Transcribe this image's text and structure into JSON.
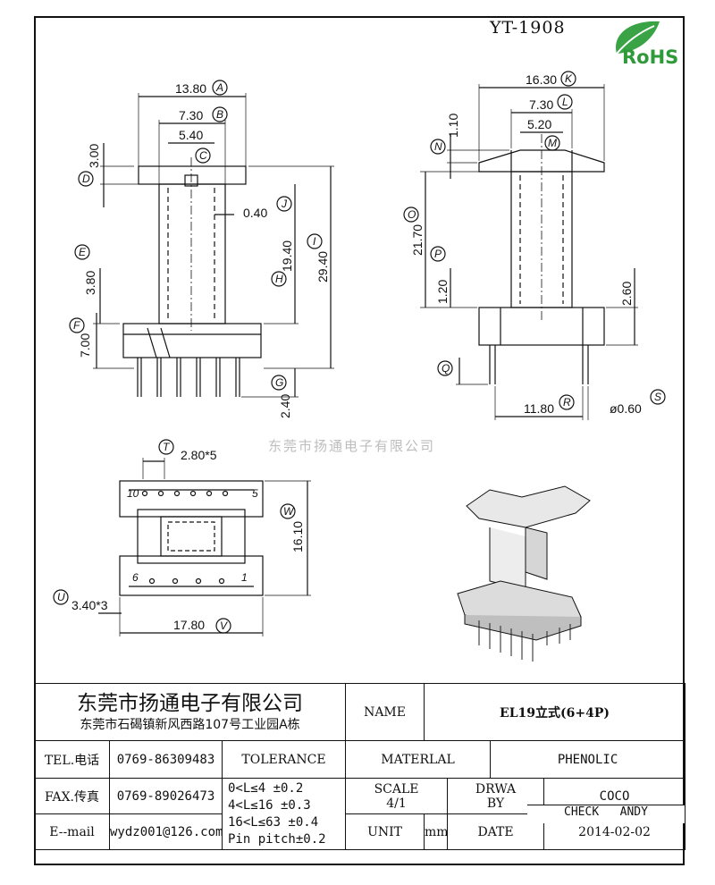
{
  "header": {
    "part_number": "YT-1908",
    "rohs_label": "RoHS",
    "watermark": "东莞市扬通电子有限公司"
  },
  "dimensions": {
    "front_view": {
      "A": "13.80",
      "B": "7.30",
      "C": "5.40",
      "D": "3.00",
      "J": "0.40",
      "E": "3.80",
      "H": "19.40",
      "I": "29.40",
      "F": "7.00",
      "G": "2.40"
    },
    "side_view": {
      "K": "16.30",
      "L": "7.30",
      "M": "5.20",
      "N": "1.10",
      "O": "21.70",
      "P": "1.20",
      "side_260": "2.60",
      "R": "11.80",
      "S": "ø0.60"
    },
    "top_view": {
      "T": "2.80*5",
      "U": "3.40*3",
      "V": "17.80",
      "W": "16.10",
      "pin_10": "10",
      "pin_5": "5",
      "pin_6": "6",
      "pin_1": "1"
    }
  },
  "title_block": {
    "company": "东莞市扬通电子有限公司",
    "address": "东莞市石碣镇新风西路107号工业园A栋",
    "name_label": "NAME",
    "name_value": "EL19立式(6+4P)",
    "tel_label": "TEL.电话",
    "tel_value": "0769-86309483",
    "fax_label": "FAX.传真",
    "fax_value": "0769-89026473",
    "email_label": "E--mail",
    "email_value": "wydz001@126.com",
    "tolerance_label": "TOLERANCE",
    "tol_1": "0<L≤4  ±0.2",
    "tol_2": "4<L≤16 ±0.3",
    "tol_3": "16<L≤63 ±0.4",
    "tol_4": "Pin pitch±0.2",
    "material_label": "MATERLAL",
    "material_value": "PHENOLIC",
    "scale_label": "SCALE",
    "scale_value": "4/1",
    "drawn_label_1": "DRWA",
    "drawn_label_2": "BY",
    "drawn_value": "COCO",
    "check_label": "CHECK",
    "check_value": "ANDY",
    "unit_label": "UNIT",
    "unit_value": "mm",
    "date_label": "DATE",
    "date_value": "2014-02-02"
  }
}
